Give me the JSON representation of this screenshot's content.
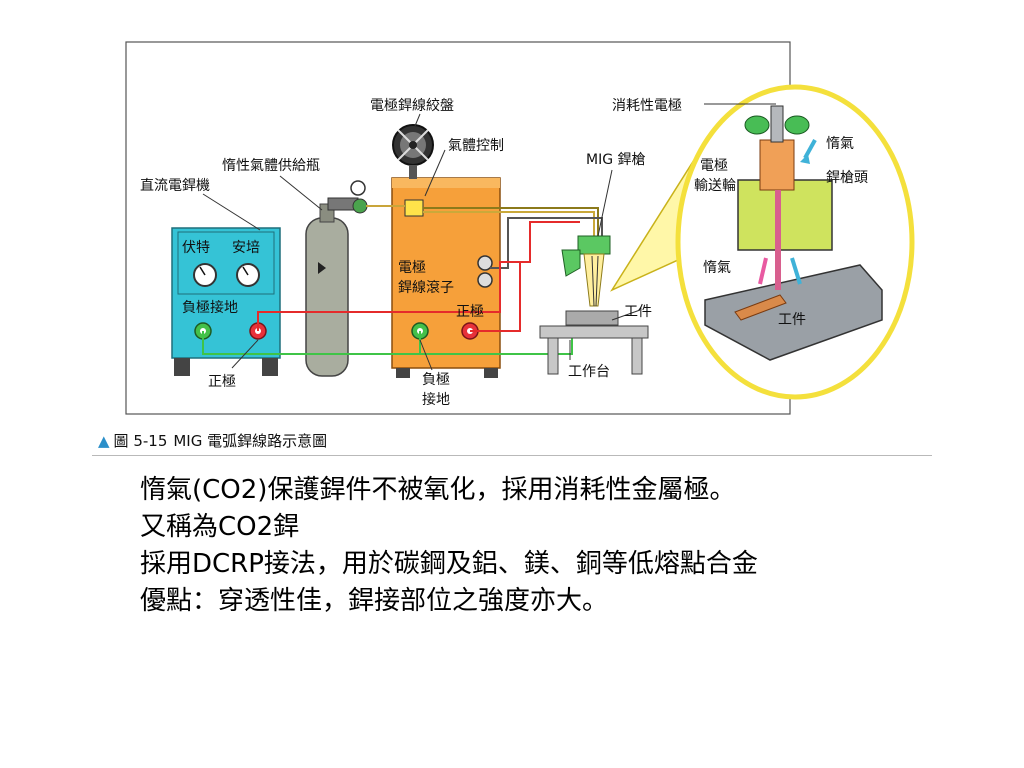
{
  "diagram": {
    "labels": {
      "reel": "電極銲線絞盤",
      "gas_control": "氣體控制",
      "gas_cylinder": "惰性氣體供給瓶",
      "dc_welder": "直流電銲機",
      "volt": "伏特",
      "amp": "安培",
      "neg_ground_left": "負極接地",
      "pos_bottom": "正極",
      "wire_roller_1": "電極",
      "wire_roller_2": "銲線滾子",
      "pos_right": "正極",
      "neg_ground_bottom_1": "負極",
      "neg_ground_bottom_2": "接地",
      "mig_gun": "MIG 銲槍",
      "workpiece": "工件",
      "worktable": "工作台",
      "consumable_electrode": "消耗性電極",
      "inert_gas_top": "惰氣",
      "feed_wheel_1": "電極",
      "feed_wheel_2": "輸送輪",
      "torch_head": "銲槍頭",
      "inert_gas_left": "惰氣",
      "workpiece_zoom": "工件"
    }
  },
  "caption": {
    "figure_number": "圖 5-15",
    "title": "MIG 電弧銲線路示意圖"
  },
  "body": {
    "lines": [
      "惰氣(CO2)保護銲件不被氧化，採用消耗性金屬極。",
      "又稱為CO2銲",
      "採用DCRP接法，用於碳鋼及鋁、鎂、銅等低熔點合金",
      "優點：穿透性佳，銲接部位之強度亦大。"
    ]
  }
}
